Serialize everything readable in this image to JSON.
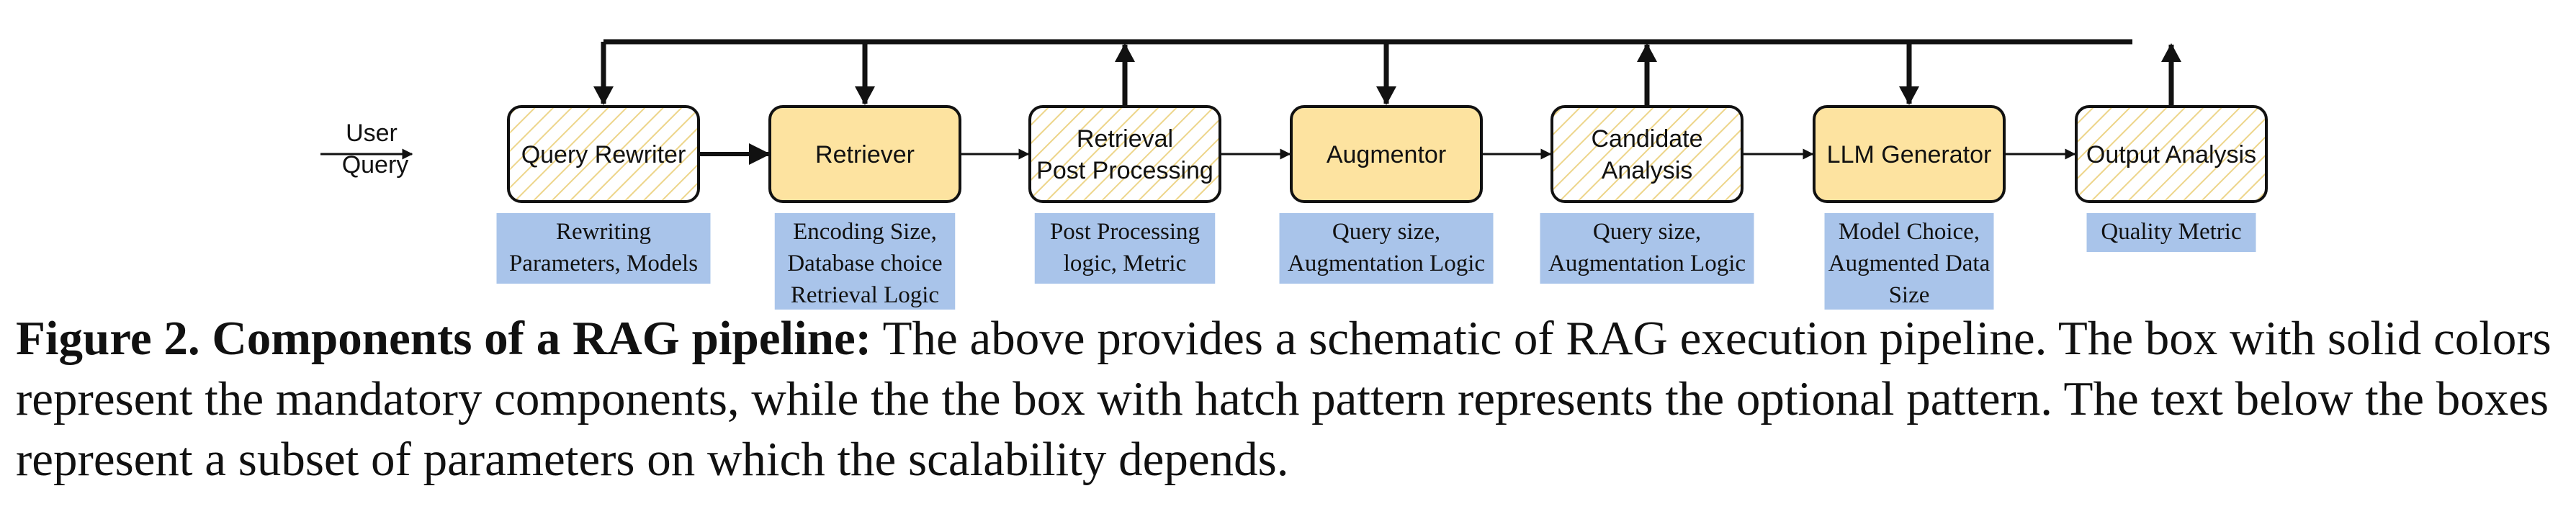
{
  "input": {
    "line1": "User",
    "line2": "Query"
  },
  "components": [
    {
      "id": "query-rewriter",
      "lines": [
        "Query Rewriter"
      ],
      "style": "hatched",
      "params": [
        "Rewriting",
        "Parameters, Models"
      ]
    },
    {
      "id": "retriever",
      "lines": [
        "Retriever"
      ],
      "style": "solid",
      "params": [
        "Encoding Size,",
        "Database choice",
        "Retrieval Logic"
      ]
    },
    {
      "id": "retrieval-post-processing",
      "lines": [
        "Retrieval",
        "Post Processing"
      ],
      "style": "hatched",
      "params": [
        "Post Processing",
        "logic, Metric"
      ]
    },
    {
      "id": "augmentor",
      "lines": [
        "Augmentor"
      ],
      "style": "solid",
      "params": [
        "Query size,",
        "Augmentation Logic"
      ]
    },
    {
      "id": "candidate-analysis",
      "lines": [
        "Candidate",
        "Analysis"
      ],
      "style": "hatched",
      "params": [
        "Query size,",
        "Augmentation Logic"
      ]
    },
    {
      "id": "llm-generator",
      "lines": [
        "LLM Generator"
      ],
      "style": "solid",
      "params": [
        "Model Choice,",
        "Augmented Data",
        "Size"
      ]
    },
    {
      "id": "output-analysis",
      "lines": [
        "Output Analysis"
      ],
      "style": "hatched",
      "params": [
        "Quality Metric"
      ]
    }
  ],
  "feedback_arrows": [
    "down",
    "down",
    "up",
    "down",
    "up",
    "down",
    "up"
  ],
  "colors": {
    "solid_fill": "#FDE3A0",
    "hatch_line": "#EDD58A",
    "param_fill": "#A9C4EA",
    "stroke": "#111111"
  },
  "caption": {
    "bold": "Figure 2. Components of a RAG pipeline:",
    "text": " The above provides a schematic of RAG execution pipeline. The box with solid colors represent the mandatory components, while the the box with hatch pattern represents the optional pattern. The text below the boxes represent a subset of parameters on which the scalability depends."
  }
}
